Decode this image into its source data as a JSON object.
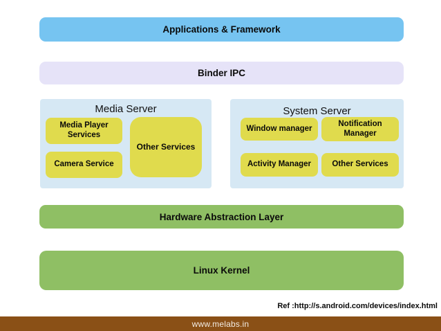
{
  "diagram": {
    "title_implicit": "Android architecture layers",
    "layers": {
      "applications_framework": {
        "label": "Applications & Framework",
        "color": "#76c4f1"
      },
      "binder_ipc": {
        "label": "Binder IPC",
        "color": "#e6e3f8"
      },
      "hardware_abstraction_layer": {
        "label": "Hardware Abstraction Layer",
        "color": "#8fbf64"
      },
      "linux_kernel": {
        "label": "Linux Kernel",
        "color": "#8fbf64"
      }
    },
    "media_server": {
      "title": "Media Server",
      "container_color": "#d6e8f4",
      "items": {
        "media_player_services": "Media Player Services",
        "camera_service": "Camera Service",
        "other_services": "Other Services"
      }
    },
    "system_server": {
      "title": "System Server",
      "container_color": "#d6e8f4",
      "items": {
        "window_manager": "Window manager",
        "notification_manager": "Notification Manager",
        "activity_manager": "Activity Manager",
        "other_services": "Other Services"
      }
    },
    "chip_color": "#e0db4d"
  },
  "footer": {
    "reference": "Ref :http://s.android.com/devices/index.html",
    "website": "www.melabs.in",
    "bar_color": "#8a5016"
  }
}
